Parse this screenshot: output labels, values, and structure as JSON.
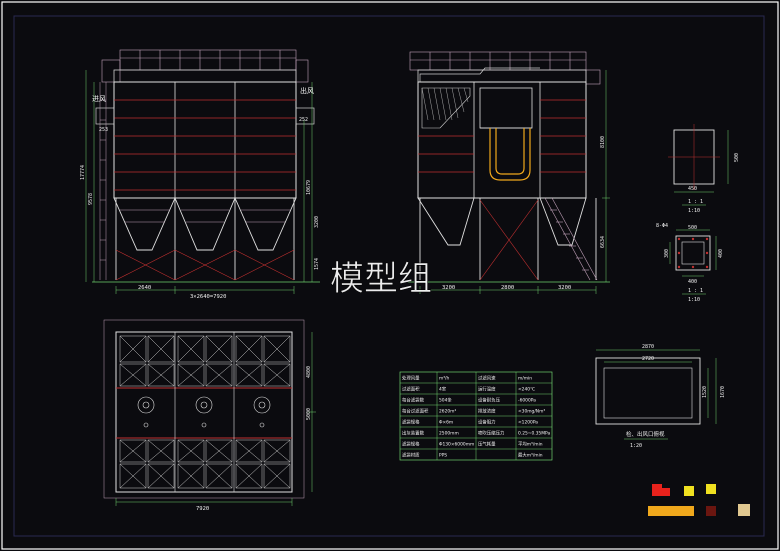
{
  "watermark": "模型组",
  "front_view": {
    "inlet_label": "进风",
    "outlet_label": "出风",
    "dim_bottom_left": "2640",
    "dim_bottom_total": "3×2640=7920",
    "dim_left_top": "253",
    "dim_left_total": "17774",
    "dim_left_mid": "9578",
    "dim_right_top": "252",
    "dim_right_mid": "10679",
    "dim_right_low": "3200",
    "dim_right_bottom": "1574"
  },
  "side_view": {
    "dim_bottom_left": "3200",
    "dim_bottom_mid": "2800",
    "dim_bottom_right": "3200",
    "dim_right_top": "8100",
    "dim_right_bottom": "6634"
  },
  "plan_view": {
    "dim_bottom": "7920",
    "dim_right_top": "4800",
    "dim_right_bottom": "5000"
  },
  "detail_outlet": {
    "dim_side": "500",
    "dim_bottom": "450",
    "caption": "1 : 1",
    "scale": "1:10"
  },
  "detail_inlet": {
    "note": "8-Φ4",
    "dim_top": "500",
    "dim_right": "400",
    "dim_left": "300",
    "dim_bottom": "400",
    "caption": "1 : 1",
    "scale": "1:10"
  },
  "detail_hopper": {
    "dim_outer": "2870",
    "dim_inner": "2720",
    "dim_h1": "1520",
    "dim_h2": "1670",
    "caption": "检、出风口俯视",
    "scale": "1:20"
  },
  "spec_table": {
    "rows": [
      [
        "处理风量",
        "m³/h",
        "过滤风速",
        "m/min"
      ],
      [
        "过滤面积",
        "4室",
        "运行温度",
        "<240℃"
      ],
      [
        "每台滤袋数",
        "504条",
        "设备耐负压",
        "-6000Pa"
      ],
      [
        "每台过滤面积",
        "2620m²",
        "排放浓度",
        "<30mg/Nm³"
      ],
      [
        "滤袋规格",
        "Φ×6m",
        "设备阻力",
        "<1200Pa"
      ],
      [
        "出灰装置数",
        "2500mm",
        "喷吹压缩压力",
        "0.25~0.35MPa"
      ],
      [
        "滤袋规格",
        "Φ130×6000mm",
        "压气耗量",
        "平均m³/min"
      ],
      [
        "滤袋材质",
        "PPS",
        "",
        "最大m³/min"
      ]
    ]
  },
  "legend_colors": {
    "accent_red": "#e8221c",
    "accent_yellow": "#f0e020",
    "accent_orange": "#f0a81c",
    "accent_dark_red": "#6b1610",
    "accent_tan": "#e0c890"
  }
}
